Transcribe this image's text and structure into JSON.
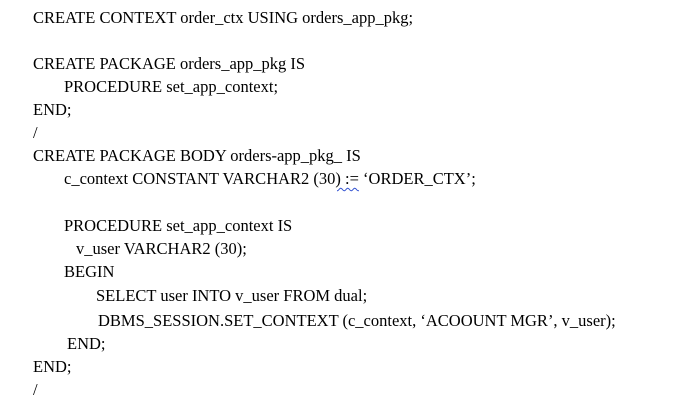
{
  "lines": [
    "CREATE CONTEXT order_ctx USING orders_app_pkg;",
    "CREATE PACKAGE orders_app_pkg IS",
    "PROCEDURE set_app_context;",
    "END;",
    "/",
    "CREATE PACKAGE BODY orders-app_pkg_ IS",
    "c_context CONSTANT VARCHAR2 (30",
    ") :=",
    " ‘ORDER_CTX’;",
    "PROCEDURE set_app_context IS",
    "v_user VARCHAR2 (30);",
    "BEGIN",
    "SELECT user INTO v_user FROM dual;",
    "DBMS_SESSION.SET_CONTEXT (c_context, ‘ACOOUNT MGR’, v_user);",
    "END;",
    "END;",
    "/"
  ]
}
